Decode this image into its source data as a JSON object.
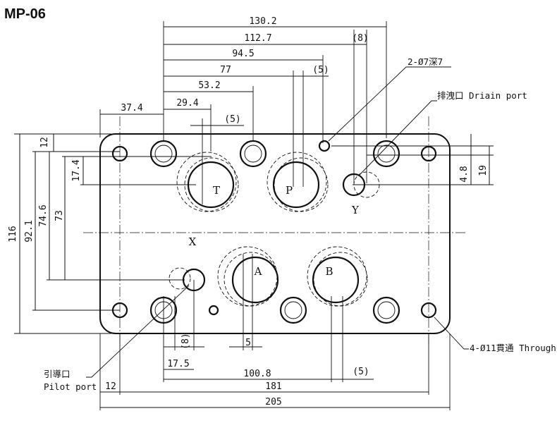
{
  "title": "MP-06",
  "top_dims": [
    "130.2",
    "112.7",
    "94.5",
    "77",
    "53.2",
    "29.4",
    "37.4",
    "(8)",
    "(5)",
    "(5)"
  ],
  "left_dims": [
    "116",
    "92.1",
    "74.6",
    "73",
    "12",
    "17.4"
  ],
  "right_dims": [
    "4.8",
    "19"
  ],
  "bottom_dims": [
    "(8)",
    "5",
    "17.5",
    "100.8",
    "(5)",
    "12",
    "181",
    "205"
  ],
  "ports": {
    "T": "T",
    "P": "P",
    "A": "A",
    "B": "B",
    "X": "X",
    "Y": "Y"
  },
  "notes": {
    "holes_7": "2-Ø7深7",
    "drain_port": "排洩口 Driain port",
    "through_holes": "4-Ø11貫通 Through",
    "pilot_cn": "引導口",
    "pilot_en": "Pilot port"
  }
}
